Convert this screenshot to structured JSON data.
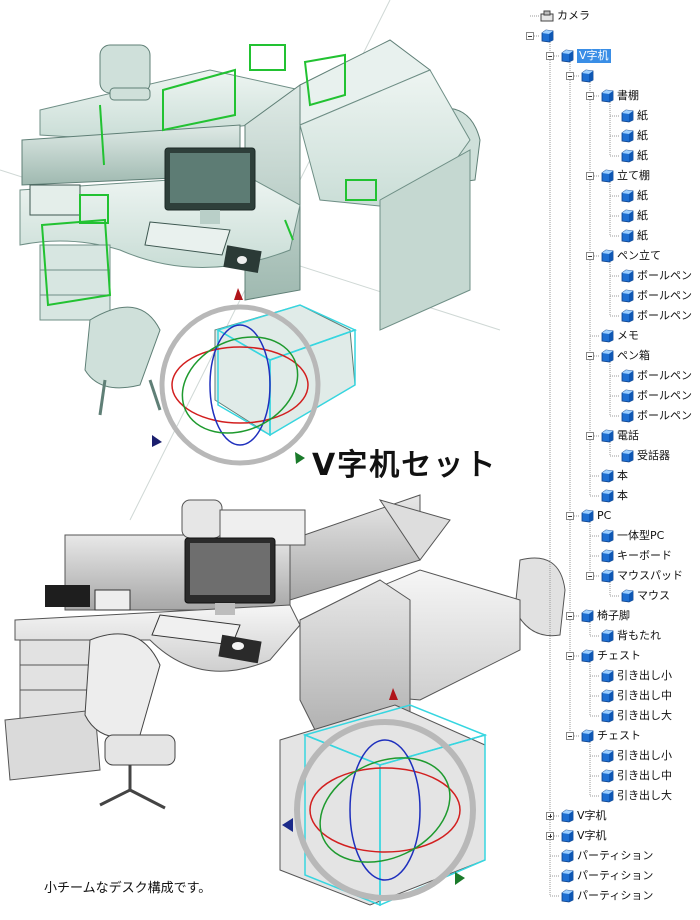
{
  "overlay": {
    "set_title": "V字机セット",
    "caption": "小チームなデスク構成です。"
  },
  "tree": [
    {
      "label": "カメラ",
      "depth": 0,
      "icon": "camera",
      "toggle": ""
    },
    {
      "label": "",
      "depth": 0,
      "icon": "cube",
      "toggle": "-"
    },
    {
      "label": "V字机",
      "depth": 1,
      "icon": "cube",
      "toggle": "-",
      "selected": true
    },
    {
      "label": "",
      "depth": 2,
      "icon": "cube",
      "toggle": "-"
    },
    {
      "label": "書棚",
      "depth": 3,
      "icon": "cube",
      "toggle": "-"
    },
    {
      "label": "紙",
      "depth": 4,
      "icon": "cube",
      "toggle": ""
    },
    {
      "label": "紙",
      "depth": 4,
      "icon": "cube",
      "toggle": ""
    },
    {
      "label": "紙",
      "depth": 4,
      "icon": "cube",
      "toggle": ""
    },
    {
      "label": "立て棚",
      "depth": 3,
      "icon": "cube",
      "toggle": "-"
    },
    {
      "label": "紙",
      "depth": 4,
      "icon": "cube",
      "toggle": ""
    },
    {
      "label": "紙",
      "depth": 4,
      "icon": "cube",
      "toggle": ""
    },
    {
      "label": "紙",
      "depth": 4,
      "icon": "cube",
      "toggle": ""
    },
    {
      "label": "ペン立て",
      "depth": 3,
      "icon": "cube",
      "toggle": "-"
    },
    {
      "label": "ボールペン",
      "depth": 4,
      "icon": "cube",
      "toggle": ""
    },
    {
      "label": "ボールペン",
      "depth": 4,
      "icon": "cube",
      "toggle": ""
    },
    {
      "label": "ボールペン",
      "depth": 4,
      "icon": "cube",
      "toggle": ""
    },
    {
      "label": "メモ",
      "depth": 3,
      "icon": "cube",
      "toggle": ""
    },
    {
      "label": "ペン箱",
      "depth": 3,
      "icon": "cube",
      "toggle": "-"
    },
    {
      "label": "ボールペン",
      "depth": 4,
      "icon": "cube",
      "toggle": ""
    },
    {
      "label": "ボールペン",
      "depth": 4,
      "icon": "cube",
      "toggle": ""
    },
    {
      "label": "ボールペン",
      "depth": 4,
      "icon": "cube",
      "toggle": ""
    },
    {
      "label": "電話",
      "depth": 3,
      "icon": "cube",
      "toggle": "-"
    },
    {
      "label": "受話器",
      "depth": 4,
      "icon": "cube",
      "toggle": ""
    },
    {
      "label": "本",
      "depth": 3,
      "icon": "cube",
      "toggle": ""
    },
    {
      "label": "本",
      "depth": 3,
      "icon": "cube",
      "toggle": ""
    },
    {
      "label": "PC",
      "depth": 2,
      "icon": "cube",
      "toggle": "-"
    },
    {
      "label": "一体型PC",
      "depth": 3,
      "icon": "cube",
      "toggle": ""
    },
    {
      "label": "キーボード",
      "depth": 3,
      "icon": "cube",
      "toggle": ""
    },
    {
      "label": "マウスパッド",
      "depth": 3,
      "icon": "cube",
      "toggle": "-"
    },
    {
      "label": "マウス",
      "depth": 4,
      "icon": "cube",
      "toggle": ""
    },
    {
      "label": "椅子脚",
      "depth": 2,
      "icon": "cube",
      "toggle": "-"
    },
    {
      "label": "背もたれ",
      "depth": 3,
      "icon": "cube",
      "toggle": ""
    },
    {
      "label": "チェスト",
      "depth": 2,
      "icon": "cube",
      "toggle": "-"
    },
    {
      "label": "引き出し小",
      "depth": 3,
      "icon": "cube",
      "toggle": ""
    },
    {
      "label": "引き出し中",
      "depth": 3,
      "icon": "cube",
      "toggle": ""
    },
    {
      "label": "引き出し大",
      "depth": 3,
      "icon": "cube",
      "toggle": ""
    },
    {
      "label": "チェスト",
      "depth": 2,
      "icon": "cube",
      "toggle": "-"
    },
    {
      "label": "引き出し小",
      "depth": 3,
      "icon": "cube",
      "toggle": ""
    },
    {
      "label": "引き出し中",
      "depth": 3,
      "icon": "cube",
      "toggle": ""
    },
    {
      "label": "引き出し大",
      "depth": 3,
      "icon": "cube",
      "toggle": ""
    },
    {
      "label": "V字机",
      "depth": 1,
      "icon": "cube",
      "toggle": "+"
    },
    {
      "label": "V字机",
      "depth": 1,
      "icon": "cube",
      "toggle": "+"
    },
    {
      "label": "パーティション",
      "depth": 1,
      "icon": "cube",
      "toggle": ""
    },
    {
      "label": "パーティション",
      "depth": 1,
      "icon": "cube",
      "toggle": ""
    },
    {
      "label": "パーティション",
      "depth": 1,
      "icon": "cube",
      "toggle": ""
    }
  ]
}
